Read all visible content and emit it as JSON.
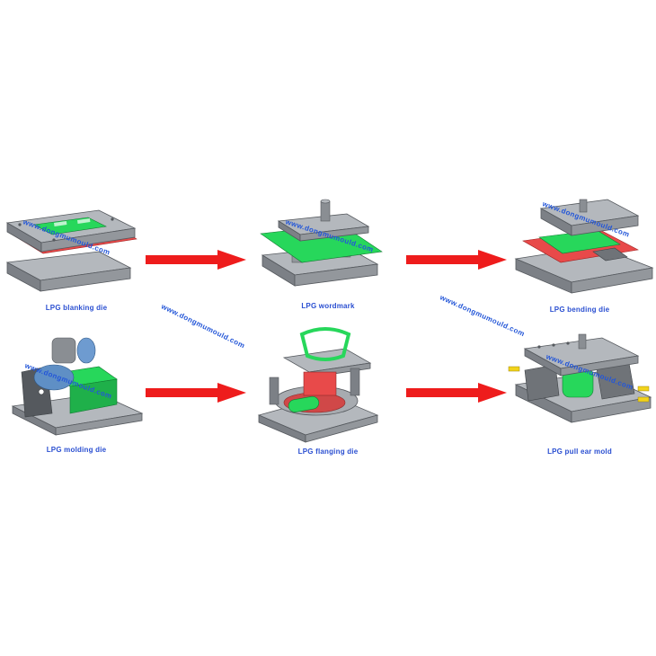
{
  "watermark_text": "www.dongmumould.com",
  "process_steps": [
    {
      "id": "blanking",
      "label": "LPG blanking die"
    },
    {
      "id": "wordmark",
      "label": "LPG wordmark"
    },
    {
      "id": "bending",
      "label": "LPG bending die"
    },
    {
      "id": "molding",
      "label": "LPG molding die"
    },
    {
      "id": "flanging",
      "label": "LPG flanging die"
    },
    {
      "id": "pullear",
      "label": "LPG pull ear mold"
    }
  ],
  "colors": {
    "arrow": "#ee1c1c",
    "caption": "#2a4fd1",
    "plate_top": "#b4b8bd",
    "plate_side": "#7c8086",
    "plate_dark": "#55595e",
    "part_green": "#27d75b",
    "part_red": "#e84a4a",
    "part_blue": "#5f8fc5"
  }
}
